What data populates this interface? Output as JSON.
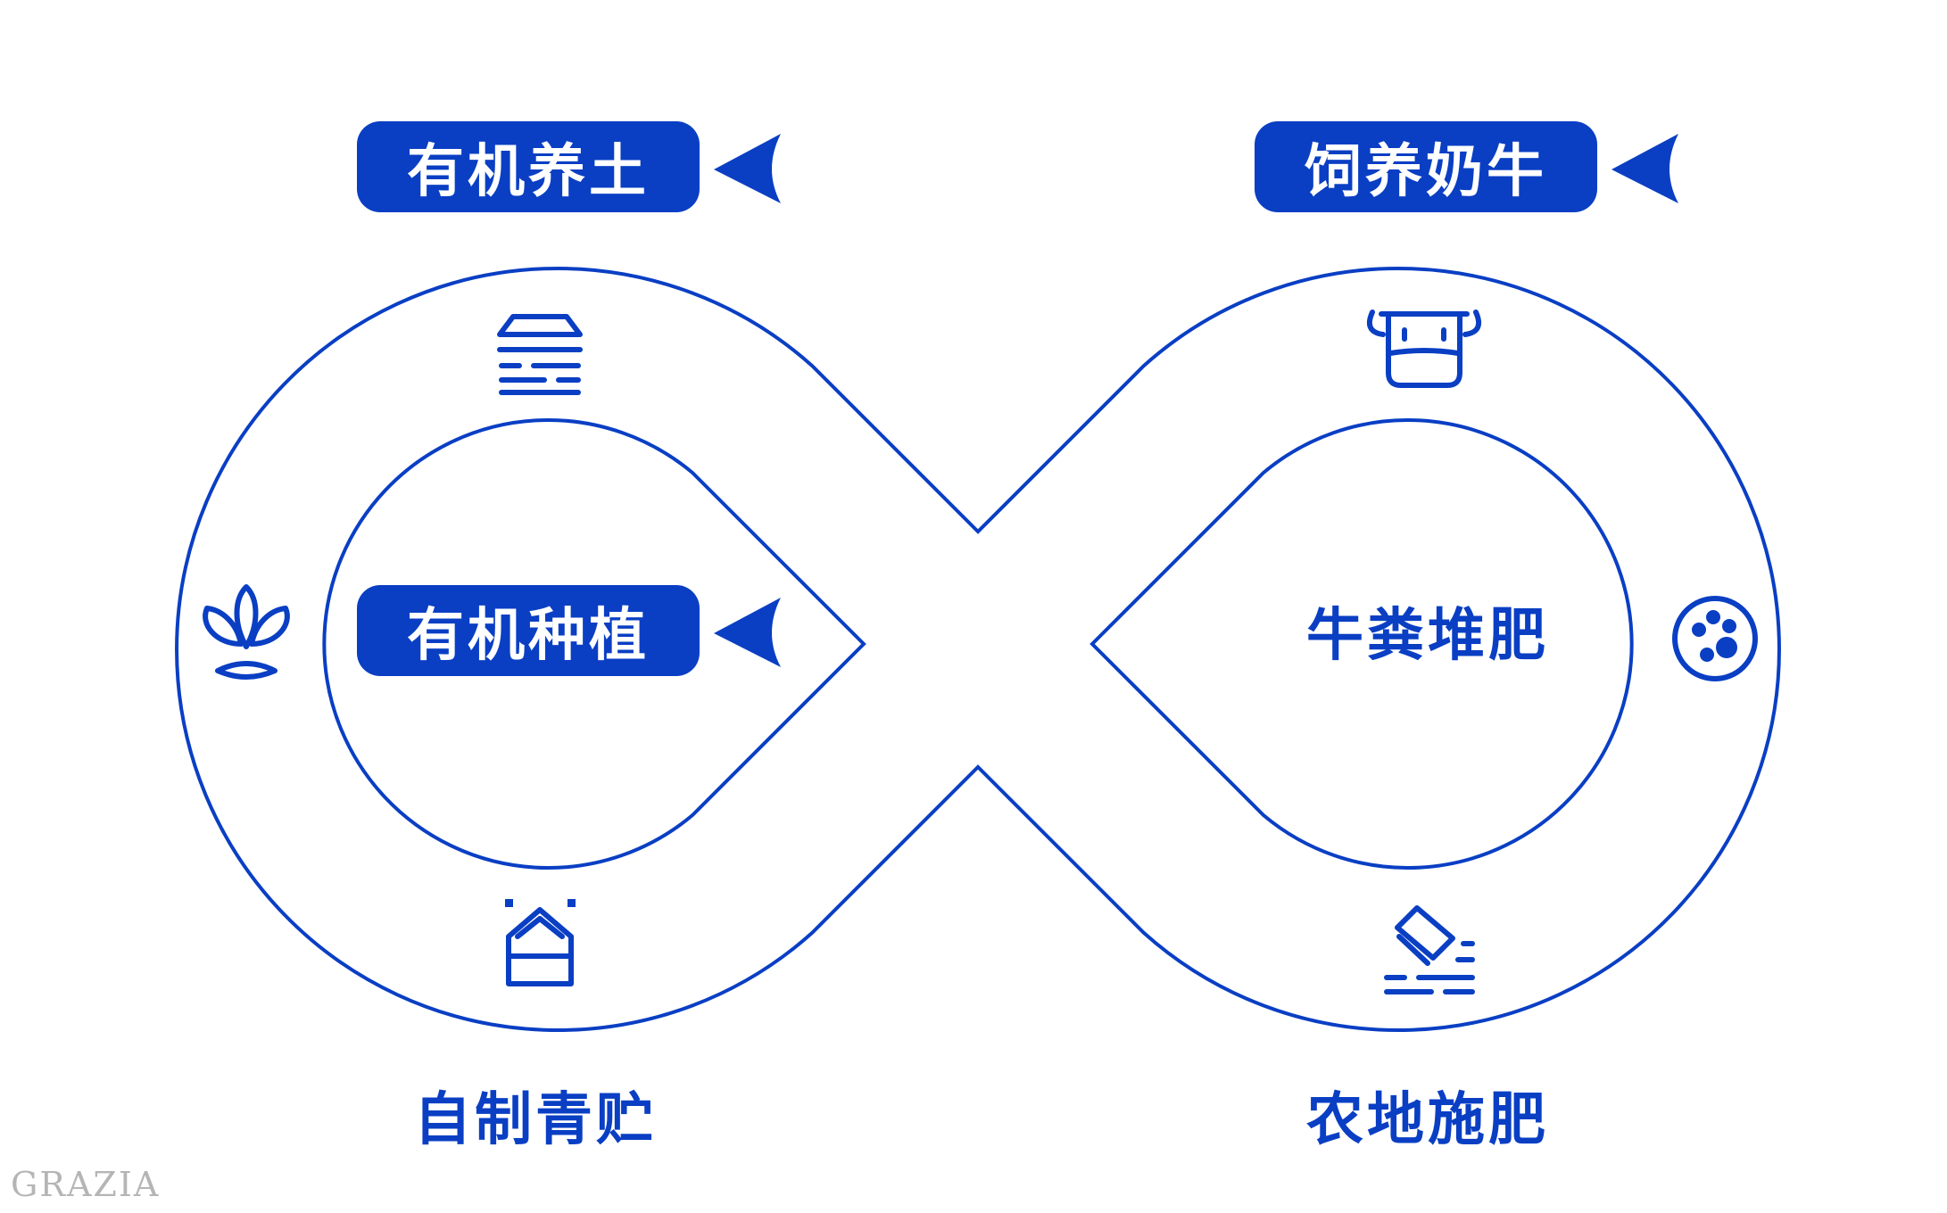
{
  "colors": {
    "accent": "#0a3fc4",
    "background": "#ffffff"
  },
  "labels": {
    "soil": "有机养土",
    "planting": "有机种植",
    "silage": "自制青贮",
    "cattle": "饲养奶牛",
    "compost": "牛粪堆肥",
    "fertilize": "农地施肥"
  },
  "icons": {
    "soil": "soil-layers-icon",
    "planting": "sprout-icon",
    "silage": "silo-box-icon",
    "cattle": "cow-face-icon",
    "compost": "compost-ball-icon",
    "fertilize": "fertilizer-bag-icon"
  },
  "watermark": "GRAZIA"
}
